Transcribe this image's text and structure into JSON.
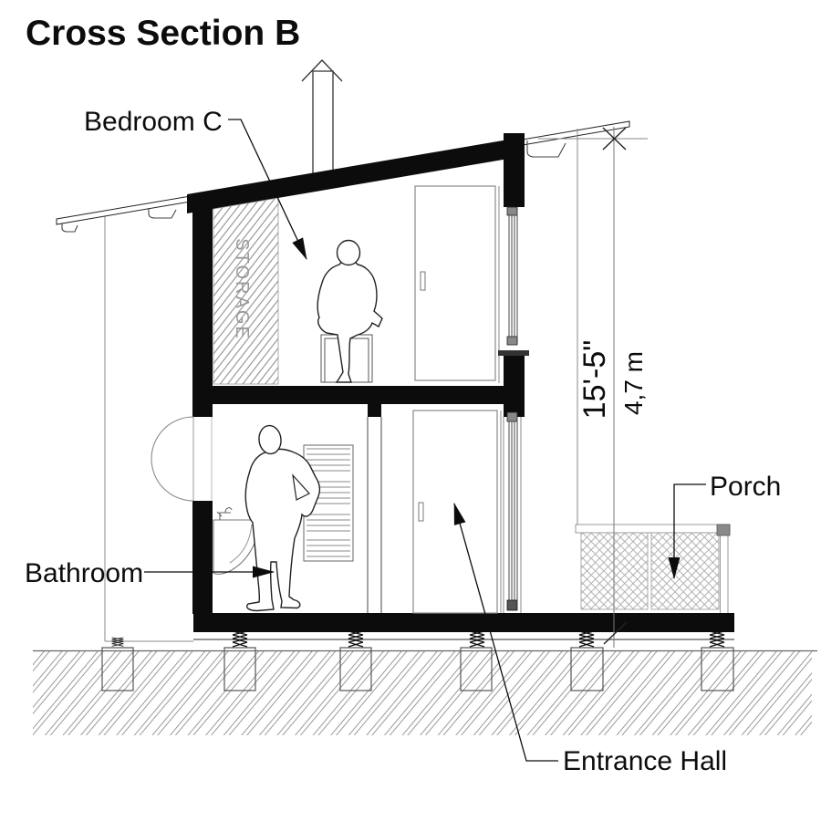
{
  "title": "Cross Section B",
  "rooms": {
    "bedroom": "Bedroom C",
    "storage": "STORAGE",
    "bathroom": "Bathroom",
    "porch": "Porch",
    "entrance": "Entrance Hall"
  },
  "dimension": {
    "imperial": "15'-5\"",
    "metric": "4,7 m"
  },
  "colors": {
    "ink": "#111111",
    "gray_text": "#9a9a9a",
    "hatch_gray": "#999999",
    "line_light": "#888888",
    "paper": "#ffffff"
  }
}
